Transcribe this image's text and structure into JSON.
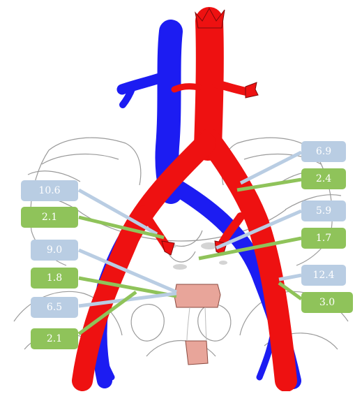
{
  "colors": {
    "artery": "#ee1111",
    "vein": "#1c1cf2",
    "bone_line": "#9a9a9a",
    "tissue": "#e8a59a",
    "label_blue": "#b9cde3",
    "label_green": "#8fc35a"
  },
  "labels": {
    "right_top_blue": "6.9",
    "right_top_green": "2.4",
    "left_top_blue": "10.6",
    "left_top_green": "2.1",
    "right_mid_blue": "5.9",
    "right_mid_green": "1.7",
    "left_mid_blue": "9.0",
    "left_mid_green": "1.8",
    "right_low_blue": "12.4",
    "right_low_green": "3.0",
    "left_low_blue": "6.5",
    "left_low_green": "2.1"
  }
}
